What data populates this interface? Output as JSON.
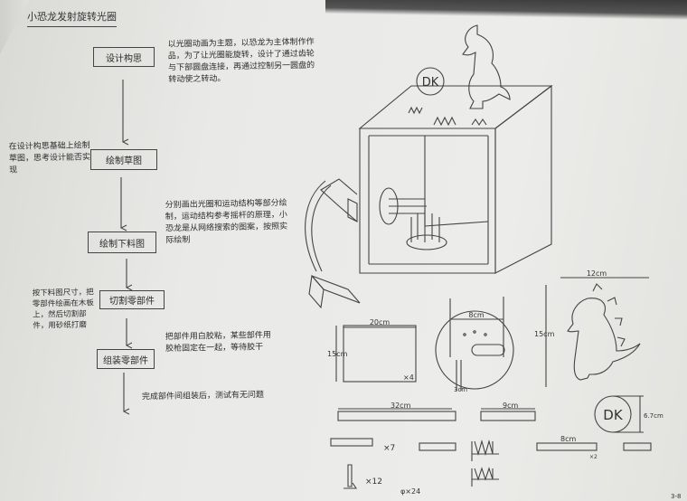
{
  "title": "小恐龙发射旋转光圈",
  "flow": {
    "steps": [
      "设计构思",
      "绘制草图",
      "绘制下料图",
      "切割零部件",
      "组装零部件"
    ],
    "notes": [
      "以光圈动画为主题，以恐龙为主体制作作品，为了让光圈能旋转，设计了通过齿轮与下部圆盘连接，再通过控制另一圆盘的转动使之转动。",
      "在设计构思基础上绘制草图，思考设计能否实现",
      "分别画出光圈和运动结构等部分绘制，运动结构参考摇杆的原理，小恐龙是从网络搜索的图案，按照实际绘制",
      "按下料图尺寸，把零部件绘画在木板上，然后切割部件，用砂纸打磨",
      "把部件用白胶粘，某些部件用胶枪固定在一起，等待胶干",
      "完成部件间组装后，测试有无问题"
    ]
  },
  "sketch": {
    "logo_text": "DK",
    "dims": {
      "panel_w": "20cm",
      "panel_h": "15cm",
      "panel_qty": "×4",
      "disc_d": "8cm",
      "disc_slot": "3cm",
      "dino_w": "12cm",
      "dino_h": "15cm",
      "logo_d": "6.7cm",
      "strip_long": "32cm",
      "strip_mid": "9cm",
      "strip_8": "8cm",
      "qty_7": "×7",
      "qty_12": "×12",
      "qty_24": "φ×24",
      "qty_2": "×2"
    },
    "page_mark": "3-8"
  }
}
